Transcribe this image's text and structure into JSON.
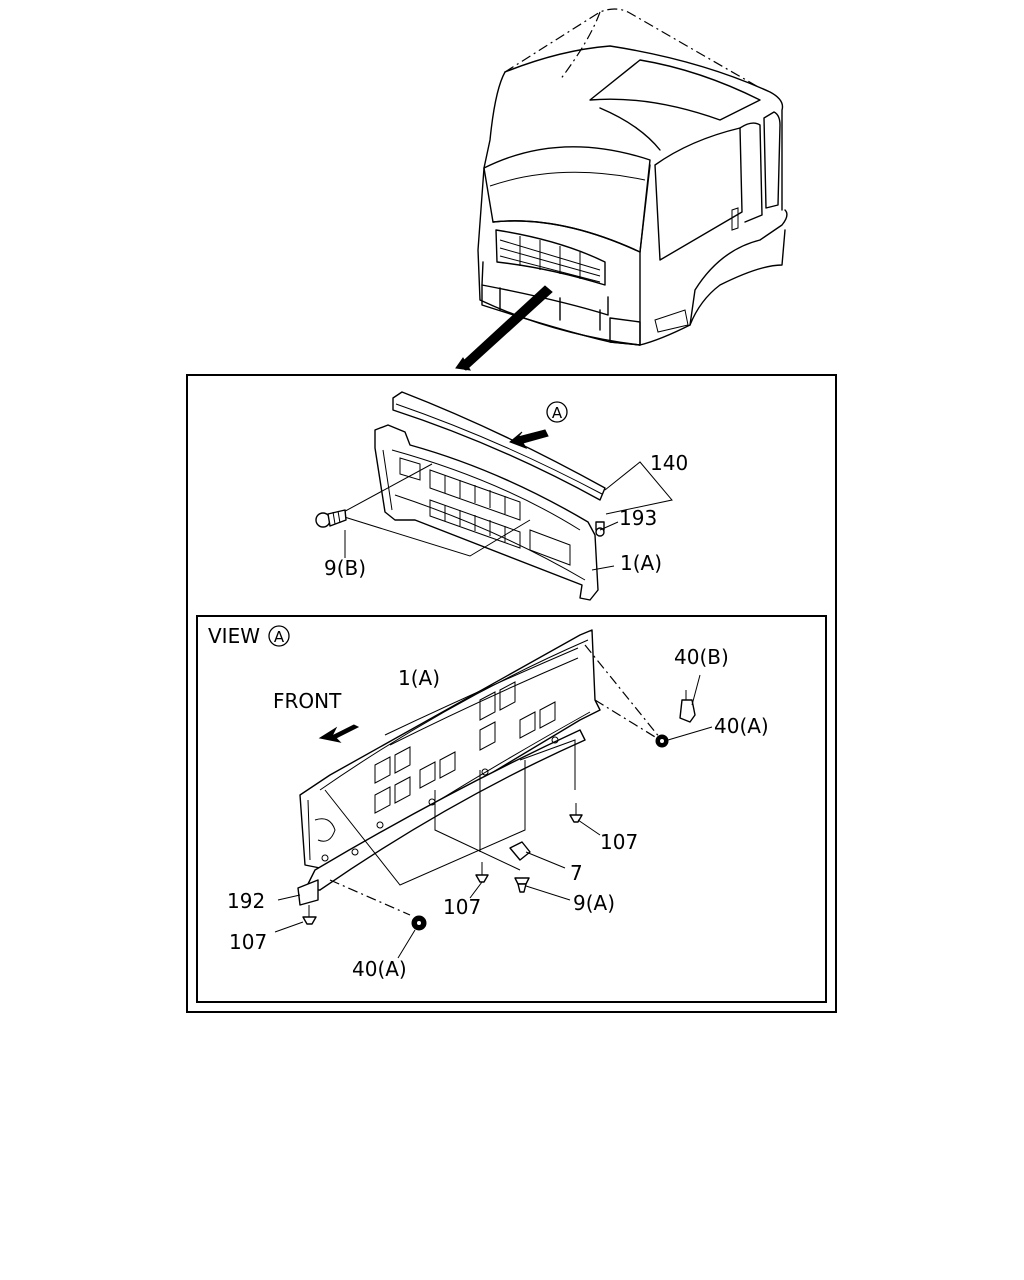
{
  "diagram": {
    "labels": {
      "view_a_marker": "A",
      "part_140": "140",
      "part_193": "193",
      "part_9b": "9(B)",
      "part_1a_top": "1(A)",
      "view_title": "VIEW",
      "view_title_marker": "A",
      "part_1a_view": "1(A)",
      "front": "FRONT",
      "part_40b": "40(B)",
      "part_40a_right": "40(A)",
      "part_107_right": "107",
      "part_7": "7",
      "part_9a": "9(A)",
      "part_107_mid": "107",
      "part_192": "192",
      "part_107_left": "107",
      "part_40a_bottom": "40(A)"
    }
  }
}
